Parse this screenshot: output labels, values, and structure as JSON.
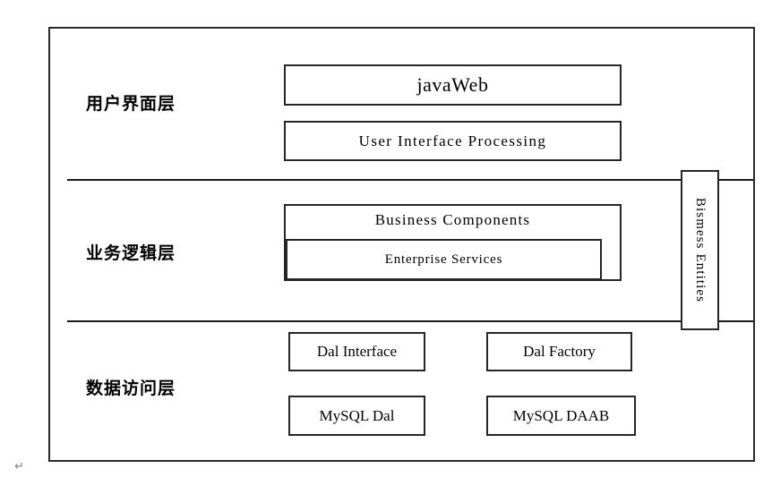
{
  "diagram": {
    "title": "Three-tier architecture diagram",
    "layers": [
      {
        "id": "presentation",
        "label": "用户界面层",
        "boxes": [
          {
            "id": "javaweb",
            "label": "javaWeb"
          },
          {
            "id": "ui-processing",
            "label": "User  Interface  Processing"
          }
        ]
      },
      {
        "id": "business",
        "label": "业务逻辑层",
        "boxes": [
          {
            "id": "business-components",
            "label": "Business   Components"
          },
          {
            "id": "enterprise-services",
            "label": "Enterprise Services"
          }
        ]
      },
      {
        "id": "data-access",
        "label": "数据访问层",
        "boxes": [
          {
            "id": "dal-interface",
            "label": "Dal Interface"
          },
          {
            "id": "dal-factory",
            "label": "Dal Factory"
          },
          {
            "id": "mysql-dal",
            "label": "MySQL Dal"
          },
          {
            "id": "mysql-daab",
            "label": "MySQL DAAB"
          }
        ]
      }
    ],
    "side_column": {
      "id": "business-entities",
      "label": "Bismess Entities",
      "orientation": "vertical"
    },
    "marks": {
      "paragraph_mark": "↵"
    },
    "colors": {
      "background": "#ffffff",
      "stroke": "#262626",
      "text": "#000000",
      "mark": "#808080"
    }
  }
}
